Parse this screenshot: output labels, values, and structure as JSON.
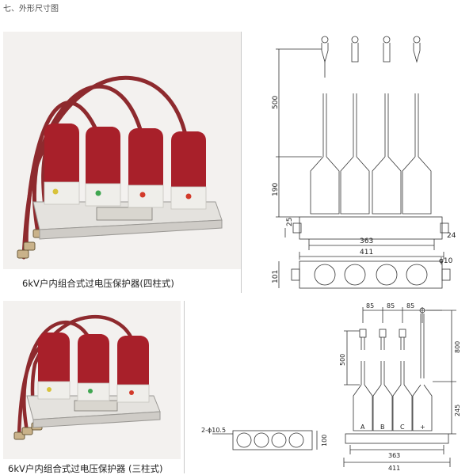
{
  "heading": "七、外形尺寸图",
  "captions": {
    "four_post": "6kV户内组合式过电压保护器(四柱式)",
    "three_post": "6kV户内组合式过电压保护器 (三柱式)"
  },
  "drawing4": {
    "dim_500": "500",
    "dim_190": "190",
    "dim_25": "25",
    "dim_363": "363",
    "dim_411": "411",
    "dim_24": "24",
    "dim_phi10": "ϕ10",
    "dim_101": "101"
  },
  "drawing3": {
    "dim_85a": "85",
    "dim_85b": "85",
    "dim_85c": "85",
    "dim_500": "500",
    "dim_800": "800",
    "dim_245": "245",
    "dim_363": "363",
    "dim_411": "411",
    "dim_hole": "2-ϕ10.5",
    "dim_100": "100",
    "label_a": "A",
    "label_b": "B",
    "label_c": "C",
    "label_plus": "+"
  },
  "colors": {
    "insulator_red": "#a8202a",
    "wire_red": "#8e2a2e",
    "base_white": "#ecebe8",
    "led_yellow": "#d8c23a",
    "led_green": "#3fa650",
    "led_red": "#d23a2a"
  }
}
